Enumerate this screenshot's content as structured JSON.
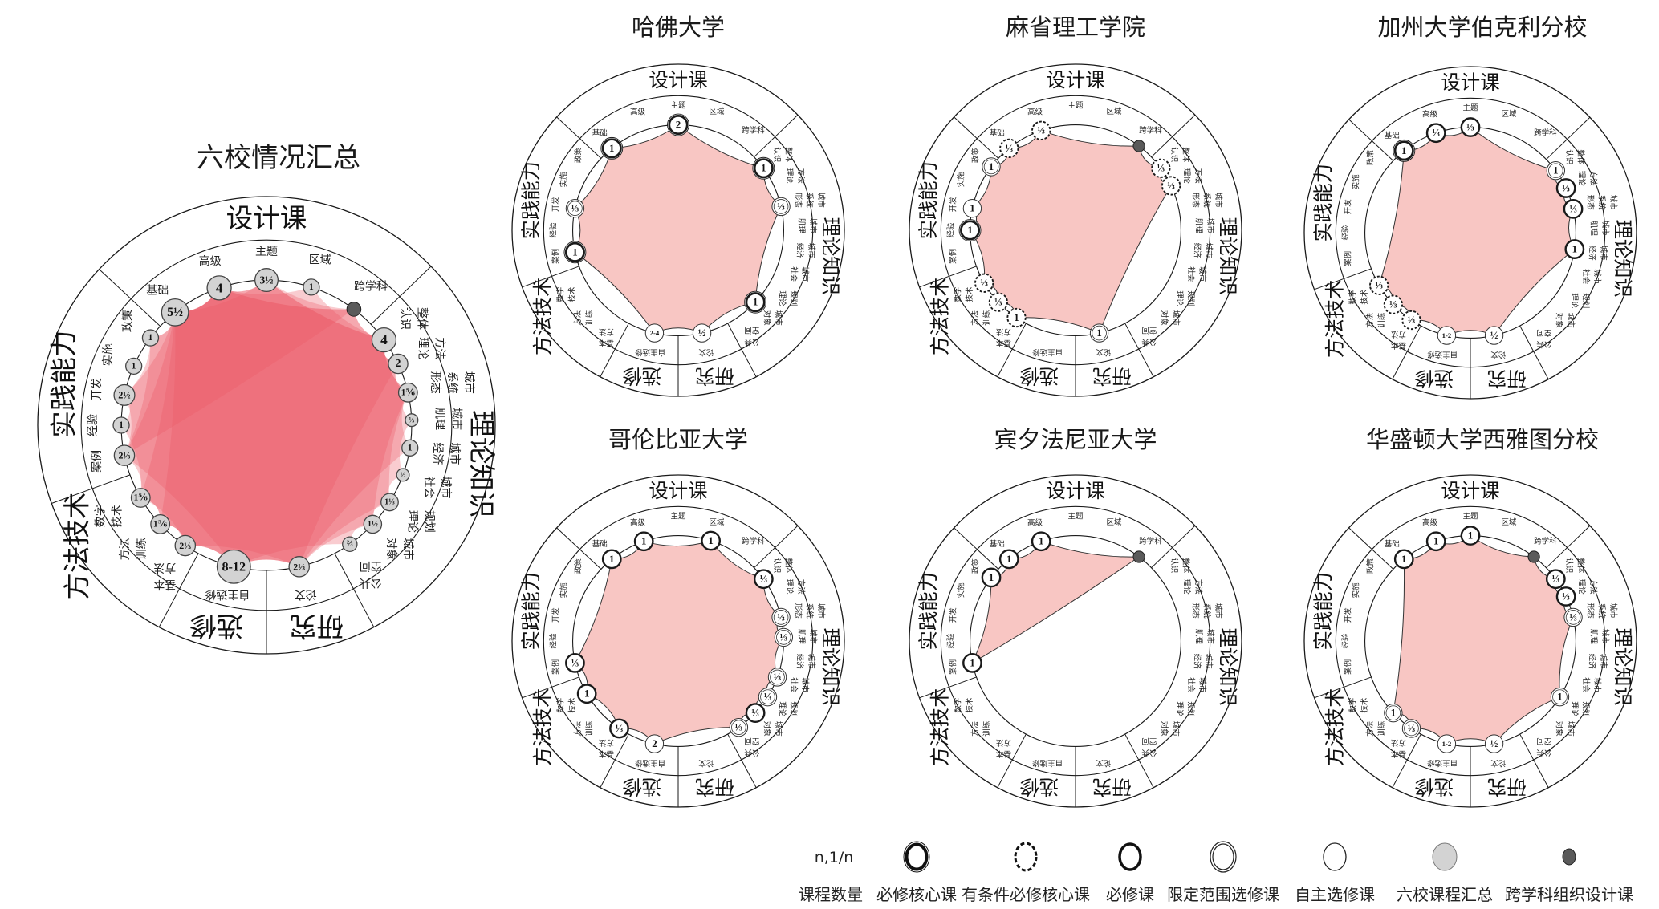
{
  "colors": {
    "school_fill": "#f8c6c3",
    "summary_fill": "#ea5562",
    "line": "#1a1a1a",
    "summary_node": "#d3d3d3",
    "interdisciplinary_node": "#5a5a5a"
  },
  "categories": [
    {
      "label": "设计课"
    },
    {
      "label": "理论知识"
    },
    {
      "label": "研究"
    },
    {
      "label": "选修"
    },
    {
      "label": "方法技术"
    },
    {
      "label": "实践能力"
    }
  ],
  "subcategories": [
    {
      "lines": [
        "基础"
      ]
    },
    {
      "lines": [
        "高级"
      ]
    },
    {
      "lines": [
        "主题"
      ]
    },
    {
      "lines": [
        "区域"
      ]
    },
    {
      "lines": [
        "跨学科"
      ]
    },
    {
      "lines": [
        "整体",
        "认识"
      ]
    },
    {
      "lines": [
        "方法",
        "理论"
      ]
    },
    {
      "lines": [
        "城市",
        "系统",
        "形态"
      ]
    },
    {
      "lines": [
        "城市",
        "肌理"
      ]
    },
    {
      "lines": [
        "城市",
        "经济"
      ]
    },
    {
      "lines": [
        "城市",
        "社会"
      ]
    },
    {
      "lines": [
        "规划",
        "理论"
      ]
    },
    {
      "lines": [
        "城市",
        "对象"
      ]
    },
    {
      "lines": [
        "公共",
        "空间"
      ]
    },
    {
      "lines": [
        "论文"
      ]
    },
    {
      "lines": [
        "自主选修"
      ]
    },
    {
      "lines": [
        "基本",
        "方法"
      ]
    },
    {
      "lines": [
        "方法",
        "训练"
      ]
    },
    {
      "lines": [
        "数字",
        "技术"
      ]
    },
    {
      "lines": [
        "案例"
      ]
    },
    {
      "lines": [
        "经验"
      ]
    },
    {
      "lines": [
        "开发"
      ]
    },
    {
      "lines": [
        "实施"
      ]
    },
    {
      "lines": [
        "政策"
      ]
    }
  ],
  "summary": {
    "title": "六校情况汇总",
    "nodes": [
      {
        "i": 0,
        "type": "summary",
        "value": "5½",
        "n": 5.5
      },
      {
        "i": 1,
        "type": "summary",
        "value": "4",
        "n": 4
      },
      {
        "i": 2,
        "type": "summary",
        "value": "3½",
        "n": 3.5
      },
      {
        "i": 3,
        "type": "summary",
        "value": "1",
        "n": 1
      },
      {
        "i": 4,
        "type": "interdisciplinary"
      },
      {
        "i": 5,
        "type": "summary",
        "value": "4",
        "n": 4
      },
      {
        "i": 6,
        "type": "summary",
        "value": "2",
        "n": 2
      },
      {
        "i": 7,
        "type": "summary",
        "value": "1⅚",
        "n": 1.83
      },
      {
        "i": 8,
        "type": "summary",
        "value": "⅓",
        "n": 0.33
      },
      {
        "i": 9,
        "type": "summary",
        "value": "1",
        "n": 1
      },
      {
        "i": 10,
        "type": "summary",
        "value": "⅓",
        "n": 0.33
      },
      {
        "i": 11,
        "type": "summary",
        "value": "1⅓",
        "n": 1.33
      },
      {
        "i": 12,
        "type": "summary",
        "value": "1½",
        "n": 1.5
      },
      {
        "i": 13,
        "type": "summary",
        "value": "⅔",
        "n": 0.67
      },
      {
        "i": 14,
        "type": "summary",
        "value": "2⅓",
        "n": 2.33
      },
      {
        "i": 15,
        "type": "summary",
        "value": "8-12",
        "n": 10
      },
      {
        "i": 16,
        "type": "summary",
        "value": "2⅓",
        "n": 2.33
      },
      {
        "i": 17,
        "type": "summary",
        "value": "1⅚",
        "n": 1.83
      },
      {
        "i": 18,
        "type": "summary",
        "value": "1⅚",
        "n": 1.83
      },
      {
        "i": 19,
        "type": "summary",
        "value": "2⅓",
        "n": 2.33
      },
      {
        "i": 20,
        "type": "summary",
        "value": "1",
        "n": 1
      },
      {
        "i": 21,
        "type": "summary",
        "value": "2½",
        "n": 2.5
      },
      {
        "i": 22,
        "type": "summary",
        "value": "1",
        "n": 1
      },
      {
        "i": 23,
        "type": "summary",
        "value": "1",
        "n": 1
      }
    ]
  },
  "schools": [
    {
      "name": "哈佛大学",
      "nodes": [
        {
          "i": 0,
          "type": "core",
          "value": "1"
        },
        {
          "i": 2,
          "type": "core",
          "value": "2"
        },
        {
          "i": 5,
          "type": "core",
          "value": "1"
        },
        {
          "i": 7,
          "type": "limited",
          "value": "⅓"
        },
        {
          "i": 12,
          "type": "core",
          "value": "1"
        },
        {
          "i": 14,
          "type": "free",
          "value": "½"
        },
        {
          "i": 15,
          "type": "free",
          "value": "2-4"
        },
        {
          "i": 19,
          "type": "core",
          "value": "1"
        },
        {
          "i": 21,
          "type": "limited",
          "value": "⅓"
        }
      ]
    },
    {
      "name": "麻省理工学院",
      "nodes": [
        {
          "i": 0,
          "type": "conditional",
          "value": "⅓"
        },
        {
          "i": 1,
          "type": "conditional",
          "value": "⅓"
        },
        {
          "i": 4,
          "type": "interdisciplinary"
        },
        {
          "i": 5,
          "type": "conditional",
          "value": "⅓"
        },
        {
          "i": 6,
          "type": "conditional",
          "value": "⅓"
        },
        {
          "i": 14,
          "type": "limited",
          "value": "1"
        },
        {
          "i": 16,
          "type": "conditional",
          "value": "1"
        },
        {
          "i": 17,
          "type": "conditional",
          "value": "⅓"
        },
        {
          "i": 18,
          "type": "conditional",
          "value": "⅓"
        },
        {
          "i": 20,
          "type": "core",
          "value": "1"
        },
        {
          "i": 21,
          "type": "free",
          "value": "1"
        },
        {
          "i": 23,
          "type": "limited",
          "value": "1"
        }
      ]
    },
    {
      "name": "加州大学伯克利分校",
      "nodes": [
        {
          "i": 0,
          "type": "core",
          "value": "1"
        },
        {
          "i": 1,
          "type": "required",
          "value": "⅓"
        },
        {
          "i": 2,
          "type": "required",
          "value": "⅓"
        },
        {
          "i": 5,
          "type": "limited",
          "value": "1"
        },
        {
          "i": 6,
          "type": "required",
          "value": "⅓"
        },
        {
          "i": 7,
          "type": "required",
          "value": "⅓"
        },
        {
          "i": 9,
          "type": "required",
          "value": "1"
        },
        {
          "i": 14,
          "type": "free",
          "value": "½"
        },
        {
          "i": 15,
          "type": "free",
          "value": "1-2"
        },
        {
          "i": 16,
          "type": "conditional",
          "value": "⅓"
        },
        {
          "i": 17,
          "type": "conditional",
          "value": "⅓"
        },
        {
          "i": 18,
          "type": "conditional",
          "value": "⅓"
        }
      ]
    },
    {
      "name": "哥伦比亚大学",
      "nodes": [
        {
          "i": 0,
          "type": "required",
          "value": "1"
        },
        {
          "i": 1,
          "type": "required",
          "value": "1"
        },
        {
          "i": 3,
          "type": "required",
          "value": "1"
        },
        {
          "i": 5,
          "type": "required",
          "value": "⅓"
        },
        {
          "i": 7,
          "type": "limited",
          "value": "⅓"
        },
        {
          "i": 8,
          "type": "limited",
          "value": "⅓"
        },
        {
          "i": 10,
          "type": "limited",
          "value": "⅓"
        },
        {
          "i": 11,
          "type": "limited",
          "value": "⅓"
        },
        {
          "i": 12,
          "type": "required",
          "value": "⅓"
        },
        {
          "i": 13,
          "type": "limited",
          "value": "⅓"
        },
        {
          "i": 15,
          "type": "free",
          "value": "2"
        },
        {
          "i": 16,
          "type": "required",
          "value": "⅓"
        },
        {
          "i": 18,
          "type": "required",
          "value": "1"
        },
        {
          "i": 19,
          "type": "required",
          "value": "⅓"
        }
      ]
    },
    {
      "name": "宾夕法尼亚大学",
      "nodes": [
        {
          "i": 0,
          "type": "required",
          "value": "1"
        },
        {
          "i": 1,
          "type": "required",
          "value": "1"
        },
        {
          "i": 4,
          "type": "interdisciplinary"
        },
        {
          "i": 19,
          "type": "required",
          "value": "1"
        },
        {
          "i": 23,
          "type": "required",
          "value": "1"
        }
      ]
    },
    {
      "name": "华盛顿大学西雅图分校",
      "nodes": [
        {
          "i": 0,
          "type": "required",
          "value": "1"
        },
        {
          "i": 1,
          "type": "required",
          "value": "1"
        },
        {
          "i": 2,
          "type": "required",
          "value": "1"
        },
        {
          "i": 4,
          "type": "interdisciplinary"
        },
        {
          "i": 5,
          "type": "required",
          "value": "⅓"
        },
        {
          "i": 6,
          "type": "required",
          "value": "⅓"
        },
        {
          "i": 7,
          "type": "limited",
          "value": "⅓"
        },
        {
          "i": 11,
          "type": "limited",
          "value": "1"
        },
        {
          "i": 14,
          "type": "free",
          "value": "½"
        },
        {
          "i": 15,
          "type": "free",
          "value": "1-2"
        },
        {
          "i": 16,
          "type": "limited",
          "value": "⅓"
        },
        {
          "i": 17,
          "type": "limited",
          "value": "1"
        }
      ]
    }
  ],
  "legend": {
    "count_sample": "n,1/n",
    "items": [
      {
        "type": "count",
        "label": "课程数量"
      },
      {
        "type": "core",
        "label": "必修核心课"
      },
      {
        "type": "conditional",
        "label": "有条件必修核心课"
      },
      {
        "type": "required",
        "label": "必修课"
      },
      {
        "type": "limited",
        "label": "限定范围选修课"
      },
      {
        "type": "free",
        "label": "自主选修课"
      },
      {
        "type": "summary",
        "label": "六校课程汇总"
      },
      {
        "type": "interdisciplinary",
        "label": "跨学科组织设计课"
      }
    ]
  }
}
